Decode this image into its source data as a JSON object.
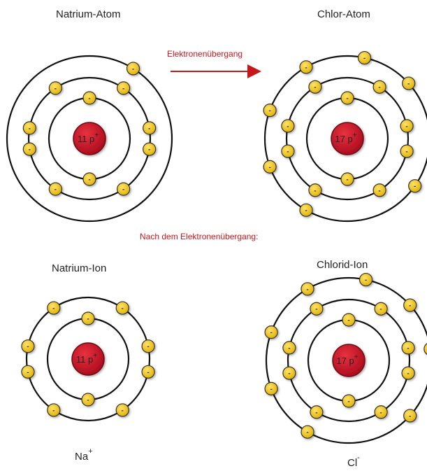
{
  "labels": {
    "sodium_atom": "Natrium-Atom",
    "chlorine_atom": "Chlor-Atom",
    "transfer": "Elektronenübergang",
    "after_transfer": "Nach dem Elektronenübergang:",
    "sodium_ion": "Natrium-Ion",
    "chloride_ion": "Chlorid-Ion",
    "na_formula": "Na",
    "na_charge": "+",
    "cl_formula": "Cl",
    "cl_charge": "-"
  },
  "atoms": {
    "sodium_atom": {
      "protons": "11 p",
      "charge": "+",
      "electrons_per_shell": [
        2,
        8,
        1
      ]
    },
    "chlorine_atom": {
      "protons": "17 p",
      "charge": "+",
      "electrons_per_shell": [
        2,
        8,
        7
      ]
    },
    "sodium_ion": {
      "protons": "11 p",
      "charge": "+",
      "electrons_per_shell": [
        2,
        8
      ]
    },
    "chloride_ion": {
      "protons": "17 p",
      "charge": "+",
      "electrons_per_shell": [
        2,
        8,
        8
      ]
    }
  },
  "electron_symbol": "-",
  "colors": {
    "nucleus": "#c8102e",
    "electron": "#f2c418",
    "arrow": "#c8171b",
    "shell": "#111111"
  }
}
